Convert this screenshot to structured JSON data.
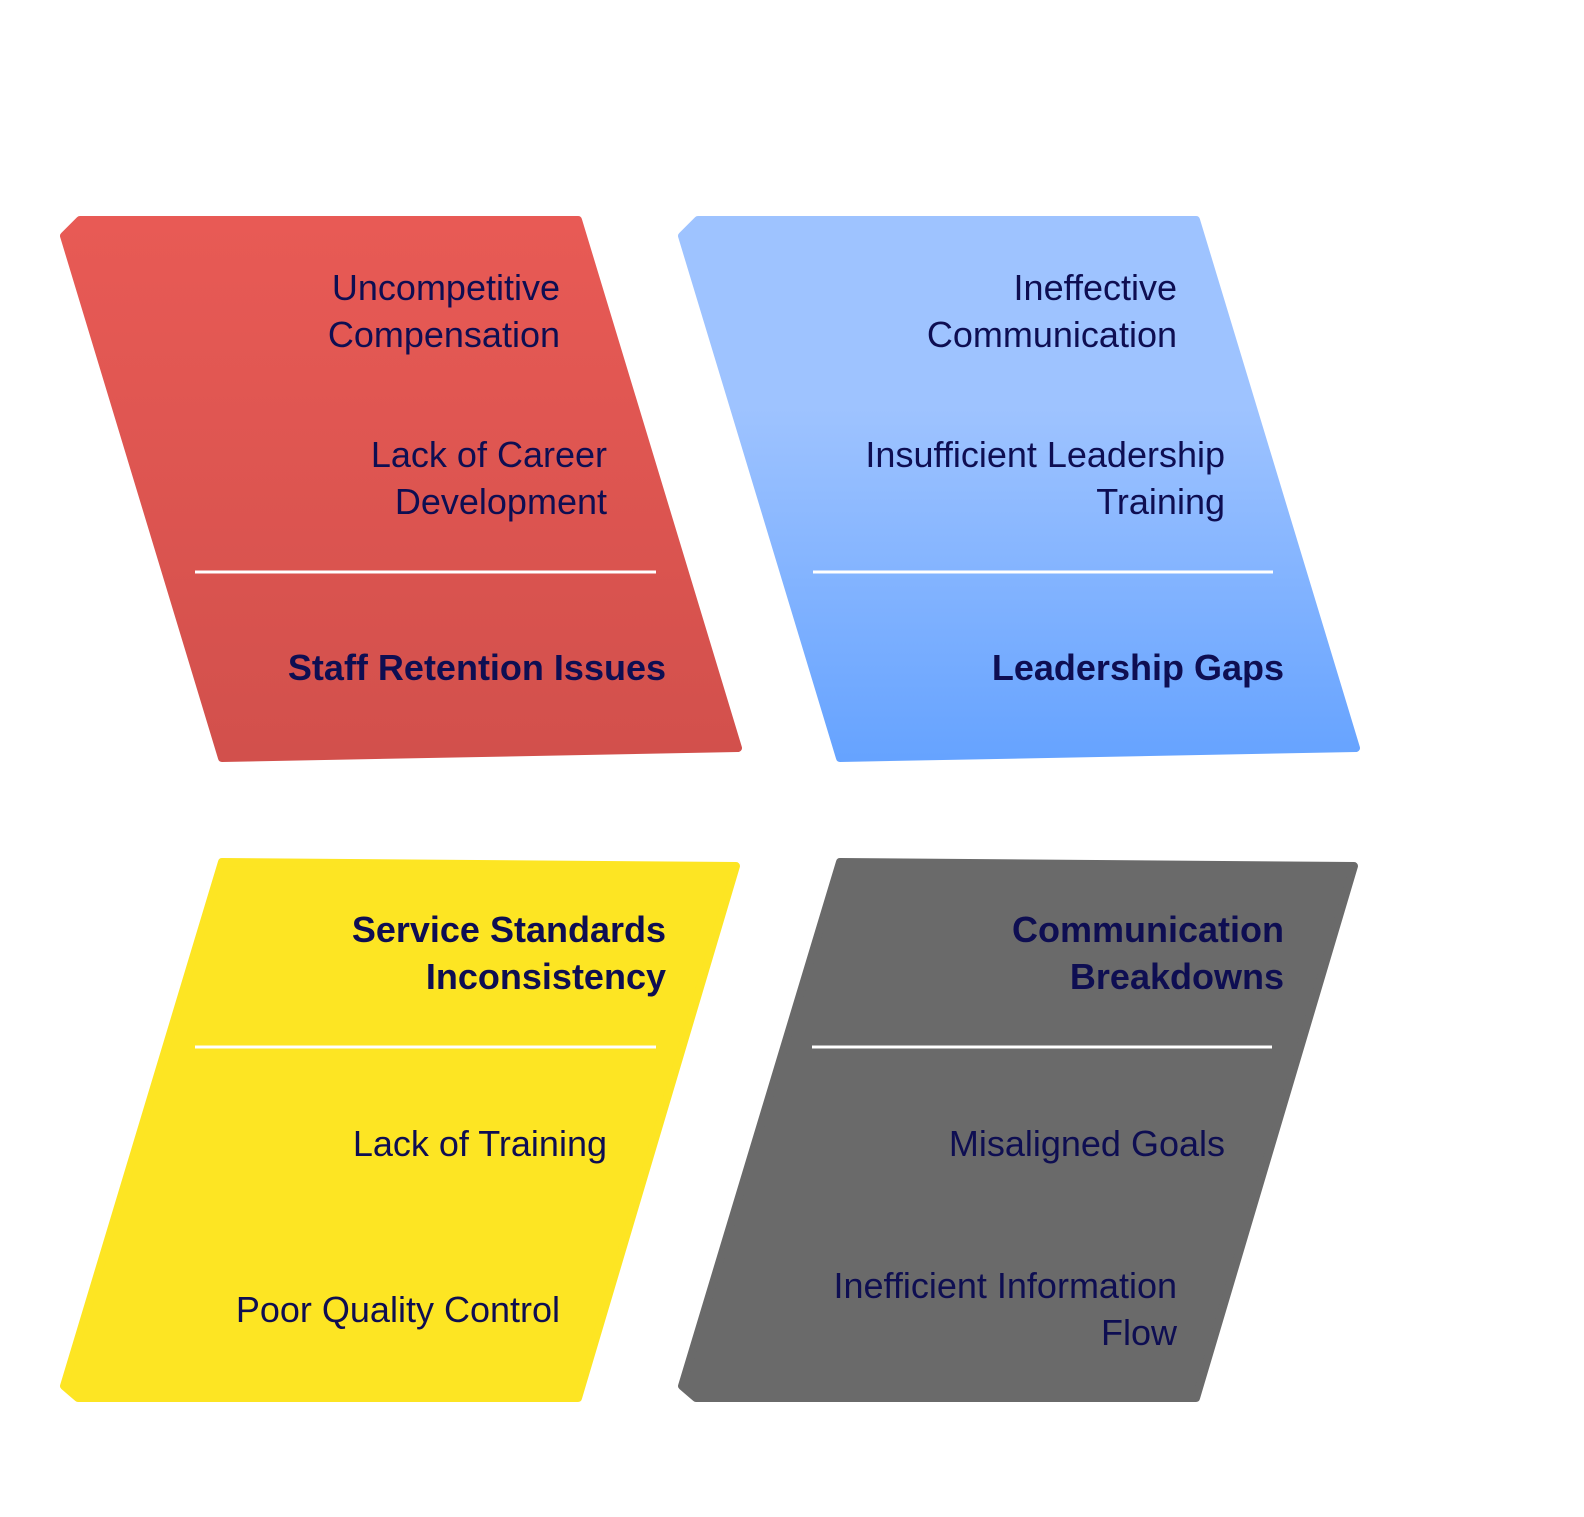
{
  "colors": {
    "red_top": "#E85A55",
    "red_bottom": "#D2504C",
    "blue_top": "#9EC3FF",
    "blue_bottom": "#66A3FF",
    "yellow": "#FDE523",
    "gray": "#6A6A6A",
    "text": "#0E0E52",
    "divider": "#FFFFFF"
  },
  "categories": [
    {
      "title": [
        "Staff Retention Issues"
      ],
      "causes": [
        [
          "Uncompetitive",
          "Compensation"
        ],
        [
          "Lack of Career",
          "Development"
        ]
      ]
    },
    {
      "title": [
        "Leadership Gaps"
      ],
      "causes": [
        [
          "Ineffective",
          "Communication"
        ],
        [
          "Insufficient Leadership",
          "Training"
        ]
      ]
    },
    {
      "title": [
        "Service Standards",
        "Inconsistency"
      ],
      "causes": [
        [
          "Lack of Training"
        ],
        [
          "Poor Quality Control"
        ]
      ]
    },
    {
      "title": [
        "Communication",
        "Breakdowns"
      ],
      "causes": [
        [
          "Misaligned Goals"
        ],
        [
          "Inefficient Information",
          "Flow"
        ]
      ]
    }
  ]
}
